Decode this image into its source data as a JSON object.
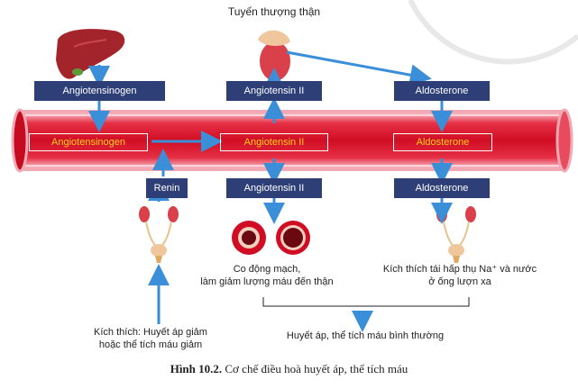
{
  "title_gland": "Tuyến thượng thận",
  "boxes": {
    "angiotensinogen_top": "Angiotensinogen",
    "angiotensin2_top": "Angiotensin II",
    "aldosterone_top": "Aldosterone",
    "renin": "Renin",
    "angiotensin2_bottom": "Angiotensin II",
    "aldosterone_bottom": "Aldosterone"
  },
  "vessel_labels": {
    "angiotensinogen": "Angiotensinogen",
    "angiotensin2": "Angiotensin II",
    "aldosterone": "Aldosterone"
  },
  "texts": {
    "vasoconstriction_line1": "Co động mạch,",
    "vasoconstriction_line2": "làm giảm lượng máu đến thận",
    "reabsorb_line1": "Kích thích tái hấp thụ Na⁺ và nước",
    "reabsorb_line2": "ở ống lượn xa",
    "stimulus_line1": "Kích thích: Huyết áp giảm",
    "stimulus_line2": "hoặc thể tích máu giảm",
    "result": "Huyết áp, thể tích máu bình thường"
  },
  "caption": {
    "label": "Hình 10.2.",
    "text": "Cơ chế điều hoà huyết áp, thể tích máu"
  },
  "colors": {
    "box": "#2e3f78",
    "arrow": "#3a8fd8",
    "vessel": "#d8132b",
    "vessel_wall": "#f2a9b4",
    "vessel_label": "#ffd21a",
    "liver": "#a3242a",
    "kidney": "#d9404a",
    "adrenal": "#f0c79c"
  }
}
